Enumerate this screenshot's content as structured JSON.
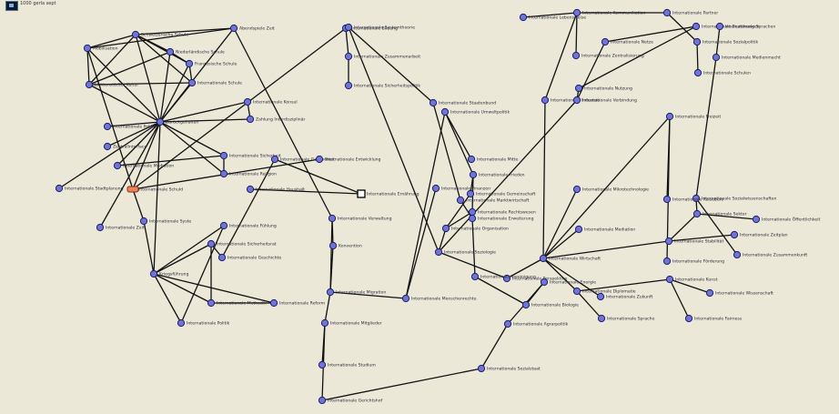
{
  "header": {
    "icon": "graph-app-icon",
    "title": "1000 gerla sept"
  },
  "colors": {
    "background": "#ece8d8",
    "node": "#6f74d6",
    "highlight": "#e8855a",
    "edge": "#111111"
  },
  "nodes": [
    {
      "id": "n1",
      "label": "Zurückgehalten"
    },
    {
      "id": "n2",
      "label": "Mobilisation"
    },
    {
      "id": "n3",
      "label": "Internationale Schuld"
    },
    {
      "id": "n4",
      "label": "Schweizerische Schule"
    },
    {
      "id": "n5",
      "label": "Abendspiele Zeit"
    },
    {
      "id": "n6",
      "label": "Niederländische Schule"
    },
    {
      "id": "n7",
      "label": "Lichtenstädter Kultur"
    },
    {
      "id": "n8",
      "label": "Französische Schule"
    },
    {
      "id": "n9",
      "label": "Internationale Schule"
    },
    {
      "id": "n10",
      "label": "Zahlung Interdisziplinär"
    },
    {
      "id": "n11",
      "label": "Internationale Konsul"
    },
    {
      "id": "n12",
      "label": "Internationale Politik"
    },
    {
      "id": "n13",
      "label": "Zentralinterface"
    },
    {
      "id": "n14",
      "label": "Internationale Mediation"
    },
    {
      "id": "n15",
      "label": "Internationale Sicherheit"
    },
    {
      "id": "n16",
      "label": "Internationale Religion"
    },
    {
      "id": "n17",
      "label": "Internationale Stadtplanung"
    },
    {
      "id": "n18",
      "label": "Internationale Zeit"
    },
    {
      "id": "n19",
      "label": "Kriegsführung"
    },
    {
      "id": "n20",
      "label": "Internationale Syste"
    },
    {
      "id": "n21",
      "label": "Internationale Fühlung"
    },
    {
      "id": "n22",
      "label": "Internationale Politik"
    },
    {
      "id": "n23",
      "label": "Internationale Sicherheitsrat"
    },
    {
      "id": "n24",
      "label": "Internationale Methodik"
    },
    {
      "id": "n25",
      "label": "Internationale Reform"
    },
    {
      "id": "n26",
      "label": "Internationale Geschichte"
    },
    {
      "id": "n27",
      "label": "Internationale Gesundheit"
    },
    {
      "id": "n28",
      "label": "Internationale Ernährung"
    },
    {
      "id": "n29",
      "label": "Internationale Haushalt"
    },
    {
      "id": "n30",
      "label": "Internationale Entwicklung"
    },
    {
      "id": "n31",
      "label": "Internationale Bildung"
    },
    {
      "id": "n32",
      "label": "Internationale Zusammenarbeit"
    },
    {
      "id": "n33",
      "label": "Internationale Sicherheitspolitik"
    },
    {
      "id": "n34",
      "label": "Internationale Verwaltung"
    },
    {
      "id": "n35",
      "label": "Konvention"
    },
    {
      "id": "n36",
      "label": "Internationale Migration"
    },
    {
      "id": "n37",
      "label": "Internationale Menschenrechte"
    },
    {
      "id": "n38",
      "label": "Internationale Umweltpolitik"
    },
    {
      "id": "n39",
      "label": "Internationale Finanzen"
    },
    {
      "id": "n40",
      "label": "Internationale Mitte"
    },
    {
      "id": "n41",
      "label": "Internationale Frieden"
    },
    {
      "id": "n42",
      "label": "Internationale Gemeinschaft"
    },
    {
      "id": "n43",
      "label": "Internationale Rechtswesen"
    },
    {
      "id": "n44",
      "label": "Internationale Organisation"
    },
    {
      "id": "n45",
      "label": "Internationale Soziologie"
    },
    {
      "id": "n46",
      "label": "Internationale Perspektive"
    },
    {
      "id": "n47",
      "label": "Internationale Wirtschaft"
    },
    {
      "id": "n48",
      "label": "Internationale Diplomatie"
    },
    {
      "id": "n49",
      "label": "Internationale Zukunft"
    },
    {
      "id": "n50",
      "label": "Internationale Mikrotechnologie"
    },
    {
      "id": "n51",
      "label": "Internationale Mediation"
    },
    {
      "id": "n52",
      "label": "Internationale Industrie"
    },
    {
      "id": "n53",
      "label": "Internationale Sprache"
    },
    {
      "id": "n54",
      "label": "Internationale Kunst"
    },
    {
      "id": "n55",
      "label": "Internationale Wissenschaft"
    },
    {
      "id": "n56",
      "label": "Internationale Fairness"
    },
    {
      "id": "n57",
      "label": "Internationale Kommunikation"
    },
    {
      "id": "n58",
      "label": "Internationale Zentralisierung"
    },
    {
      "id": "n59",
      "label": "Internationale Lebensweise"
    },
    {
      "id": "n60",
      "label": "Internationale Partner"
    },
    {
      "id": "n61",
      "label": "Internationale Sozialpolitik"
    },
    {
      "id": "n62",
      "label": "Internationale Schulen"
    },
    {
      "id": "n63",
      "label": "Internationale Verbindung"
    },
    {
      "id": "n64",
      "label": "Internationale Nutzung"
    },
    {
      "id": "n65",
      "label": "Internationale Netze"
    },
    {
      "id": "n66",
      "label": "Internationale Beziehungen"
    },
    {
      "id": "n67",
      "label": "Internationale Stabilität"
    },
    {
      "id": "n68",
      "label": "Internationale Zeitplan"
    },
    {
      "id": "n69",
      "label": "Internationale Sektor"
    },
    {
      "id": "n70",
      "label": "Internationale Öffentlichkeit"
    },
    {
      "id": "n71",
      "label": "Internationale Sozialwissenschaften"
    },
    {
      "id": "n72",
      "label": "Internationale Zusammenkunft"
    },
    {
      "id": "n73",
      "label": "Internationale Medienmacht"
    },
    {
      "id": "n74",
      "label": "Internationale Sprachen"
    },
    {
      "id": "n75",
      "label": "Internationale Freizeit"
    },
    {
      "id": "n76",
      "label": "Internationale Reisebüro"
    },
    {
      "id": "n77",
      "label": "Internationale Förderung"
    },
    {
      "id": "n78",
      "label": "Internationale Mitglieder"
    },
    {
      "id": "n79",
      "label": "Internationale Studium"
    },
    {
      "id": "n80",
      "label": "Internationale Gerichtshof"
    },
    {
      "id": "n81",
      "label": "Internationale Sozialstaat"
    },
    {
      "id": "n82",
      "label": "Internationale Agrarpolitik"
    },
    {
      "id": "n83",
      "label": "Internationale Energie"
    },
    {
      "id": "n84",
      "label": "Internationale Biologie"
    },
    {
      "id": "n85",
      "label": "Internationale Vereinigung"
    },
    {
      "id": "n86",
      "label": "Internationale Erweiterung"
    },
    {
      "id": "n87",
      "label": "Internationale Marktwirtschaft"
    },
    {
      "id": "n88",
      "label": "Internationale Staatenbund"
    },
    {
      "id": "n89",
      "label": "Internationale Systemtheorie"
    }
  ],
  "edges": [
    [
      "n1",
      "n2"
    ],
    [
      "n1",
      "n4"
    ],
    [
      "n1",
      "n5"
    ],
    [
      "n1",
      "n6"
    ],
    [
      "n1",
      "n7"
    ],
    [
      "n1",
      "n8"
    ],
    [
      "n1",
      "n9"
    ],
    [
      "n1",
      "n12"
    ],
    [
      "n1",
      "n13"
    ],
    [
      "n1",
      "n14"
    ],
    [
      "n1",
      "n15"
    ],
    [
      "n1",
      "n16"
    ],
    [
      "n1",
      "n17"
    ],
    [
      "n1",
      "n18"
    ],
    [
      "n1",
      "n19"
    ],
    [
      "n1",
      "n11"
    ],
    [
      "n1",
      "n10"
    ],
    [
      "n1",
      "n3"
    ],
    [
      "n2",
      "n4"
    ],
    [
      "n2",
      "n5"
    ],
    [
      "n2",
      "n7"
    ],
    [
      "n2",
      "n3"
    ],
    [
      "n4",
      "n5"
    ],
    [
      "n4",
      "n6"
    ],
    [
      "n4",
      "n7"
    ],
    [
      "n4",
      "n8"
    ],
    [
      "n4",
      "n9"
    ],
    [
      "n6",
      "n7"
    ],
    [
      "n6",
      "n8"
    ],
    [
      "n8",
      "n9"
    ],
    [
      "n9",
      "n7"
    ],
    [
      "n14",
      "n15"
    ],
    [
      "n15",
      "n16"
    ],
    [
      "n19",
      "n20"
    ],
    [
      "n19",
      "n21"
    ],
    [
      "n19",
      "n22"
    ],
    [
      "n19",
      "n23"
    ],
    [
      "n19",
      "n24"
    ],
    [
      "n19",
      "n25"
    ],
    [
      "n20",
      "n3"
    ],
    [
      "n21",
      "n22"
    ],
    [
      "n23",
      "n24"
    ],
    [
      "n24",
      "n25"
    ],
    [
      "n23",
      "n26"
    ],
    [
      "n26",
      "n27"
    ],
    [
      "n27",
      "n28"
    ],
    [
      "n28",
      "n29"
    ],
    [
      "n3",
      "n30"
    ],
    [
      "n3",
      "n31"
    ],
    [
      "n31",
      "n32"
    ],
    [
      "n32",
      "n33"
    ],
    [
      "n10",
      "n11"
    ],
    [
      "n5",
      "n34"
    ],
    [
      "n34",
      "n35"
    ],
    [
      "n34",
      "n36"
    ],
    [
      "n35",
      "n36"
    ],
    [
      "n36",
      "n37"
    ],
    [
      "n37",
      "n38"
    ],
    [
      "n37",
      "n39"
    ],
    [
      "n38",
      "n40"
    ],
    [
      "n38",
      "n41"
    ],
    [
      "n41",
      "n42"
    ],
    [
      "n41",
      "n43"
    ],
    [
      "n43",
      "n44"
    ],
    [
      "n42",
      "n44"
    ],
    [
      "n44",
      "n45"
    ],
    [
      "n45",
      "n46"
    ],
    [
      "n46",
      "n47"
    ],
    [
      "n47",
      "n48"
    ],
    [
      "n47",
      "n49"
    ],
    [
      "n47",
      "n50"
    ],
    [
      "n47",
      "n51"
    ],
    [
      "n47",
      "n52"
    ],
    [
      "n48",
      "n53"
    ],
    [
      "n48",
      "n54"
    ],
    [
      "n54",
      "n55"
    ],
    [
      "n54",
      "n56"
    ],
    [
      "n52",
      "n57"
    ],
    [
      "n57",
      "n58"
    ],
    [
      "n57",
      "n59"
    ],
    [
      "n57",
      "n60"
    ],
    [
      "n60",
      "n61"
    ],
    [
      "n61",
      "n62"
    ],
    [
      "n45",
      "n63"
    ],
    [
      "n63",
      "n64"
    ],
    [
      "n63",
      "n65"
    ],
    [
      "n65",
      "n66"
    ],
    [
      "n64",
      "n66"
    ],
    [
      "n47",
      "n67"
    ],
    [
      "n67",
      "n68"
    ],
    [
      "n67",
      "n69"
    ],
    [
      "n69",
      "n70"
    ],
    [
      "n69",
      "n71"
    ],
    [
      "n71",
      "n72"
    ],
    [
      "n71",
      "n73"
    ],
    [
      "n73",
      "n74"
    ],
    [
      "n47",
      "n75"
    ],
    [
      "n75",
      "n76"
    ],
    [
      "n75",
      "n77"
    ],
    [
      "n36",
      "n78"
    ],
    [
      "n78",
      "n79"
    ],
    [
      "n78",
      "n80"
    ],
    [
      "n80",
      "n81"
    ],
    [
      "n81",
      "n82"
    ],
    [
      "n82",
      "n83"
    ],
    [
      "n83",
      "n84"
    ],
    [
      "n84",
      "n85"
    ],
    [
      "n85",
      "n86"
    ],
    [
      "n86",
      "n87"
    ],
    [
      "n87",
      "n88"
    ],
    [
      "n88",
      "n89"
    ],
    [
      "n89",
      "n45"
    ]
  ]
}
